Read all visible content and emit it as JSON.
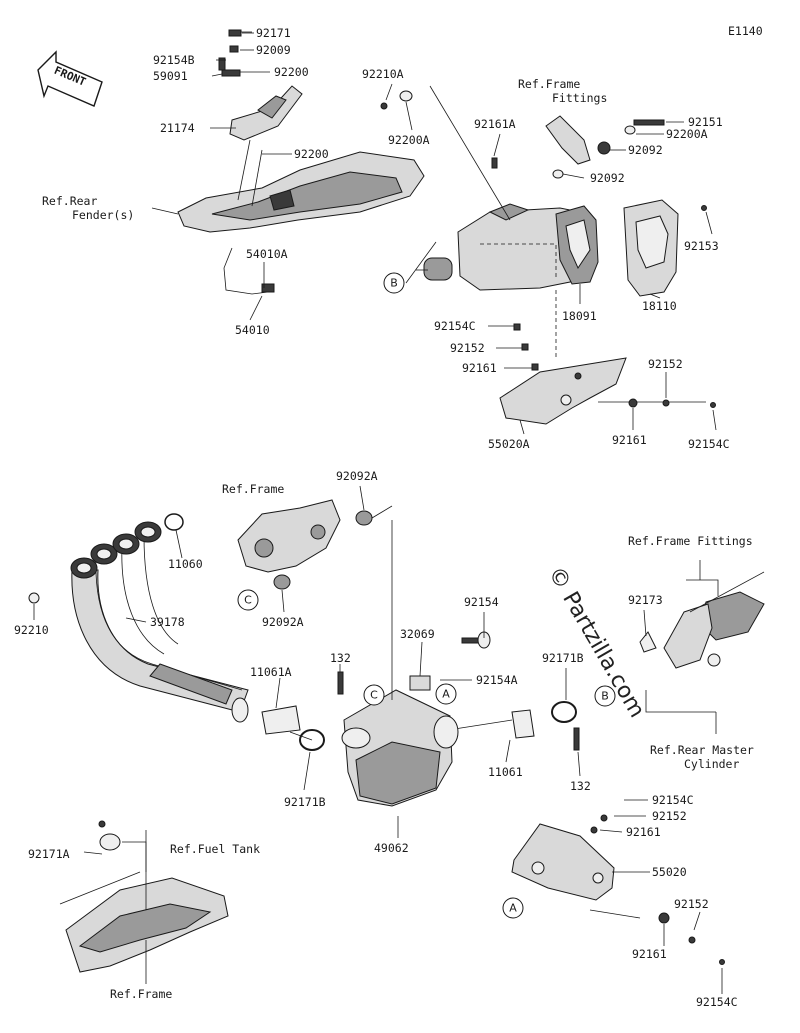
{
  "diagram_code": "E1140",
  "front_label": "FRONT",
  "watermark": "© Partzilla.com",
  "references": {
    "rear_fender": "Ref.Rear Fender(s)",
    "frame_fittings_top": "Ref.Frame Fittings",
    "frame_mid": "Ref.Frame",
    "frame_fittings_right": "Ref.Frame Fittings",
    "rear_master_cylinder": "Ref.Rear Master Cylinder",
    "fuel_tank": "Ref.Fuel Tank",
    "frame_bottom": "Ref.Frame"
  },
  "part_labels": {
    "p92171": "92171",
    "p92154B": "92154B",
    "p92009": "92009",
    "p59091": "59091",
    "p92200_top": "92200",
    "p21174": "21174",
    "p92200_mid": "92200",
    "p54010A": "54010A",
    "p54010": "54010",
    "p92210A": "92210A",
    "p92200A_left": "92200A",
    "p92161A": "92161A",
    "p92151": "92151",
    "p92200A_right": "92200A",
    "p92092_a": "92092",
    "p92092_b": "92092",
    "p92153": "92153",
    "p18091": "18091",
    "p18110": "18110",
    "p92154C_top": "92154C",
    "p92152_top": "92152",
    "p92161_top": "92161",
    "p55020A": "55020A",
    "p92152_r": "92152",
    "p92161_r": "92161",
    "p92154C_r": "92154C",
    "p92092A_top": "92092A",
    "p11060": "11060",
    "p92210": "92210",
    "p39178": "39178",
    "p92092A_bot": "92092A",
    "p92154": "92154",
    "p32069": "32069",
    "p92154A": "92154A",
    "p132_top": "132",
    "p11061A": "11061A",
    "p92171B_left": "92171B",
    "p92171B_right": "92171B",
    "p92173": "92173",
    "p11061": "11061",
    "p132_bot": "132",
    "p49062": "49062",
    "p92171A": "92171A",
    "p92154C_lower": "92154C",
    "p92152_lower": "92152",
    "p92161_lower": "92161",
    "p55020": "55020",
    "p92152_bottom": "92152",
    "p92161_bottom": "92161",
    "p92154C_bottom": "92154C"
  },
  "callouts": {
    "A": "A",
    "B": "B",
    "C": "C"
  }
}
